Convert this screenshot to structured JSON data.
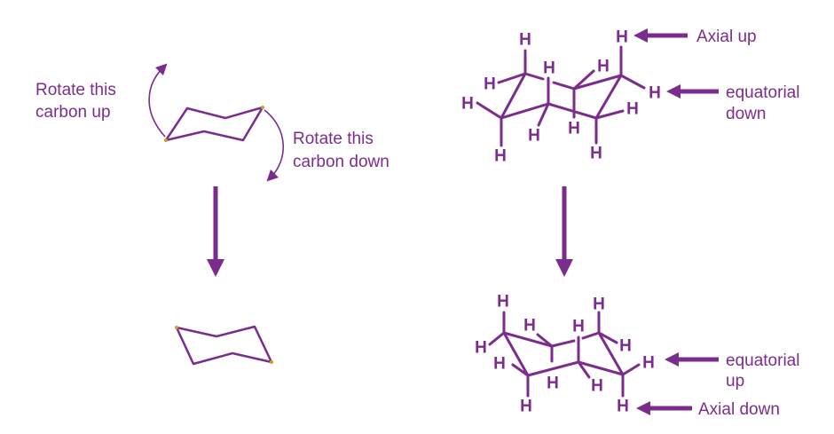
{
  "labels": {
    "rotate_up": [
      "Rotate this",
      "carbon up"
    ],
    "rotate_down": [
      "Rotate this",
      "carbon down"
    ],
    "axial_up": "Axial up",
    "equatorial_down": [
      "equatorial",
      "down"
    ],
    "equatorial_up": [
      "equatorial",
      "up"
    ],
    "axial_down": "Axial down"
  },
  "atom": "H",
  "colors": {
    "primary": "#7b2d8e",
    "vertex_dot": "#c8a020"
  }
}
